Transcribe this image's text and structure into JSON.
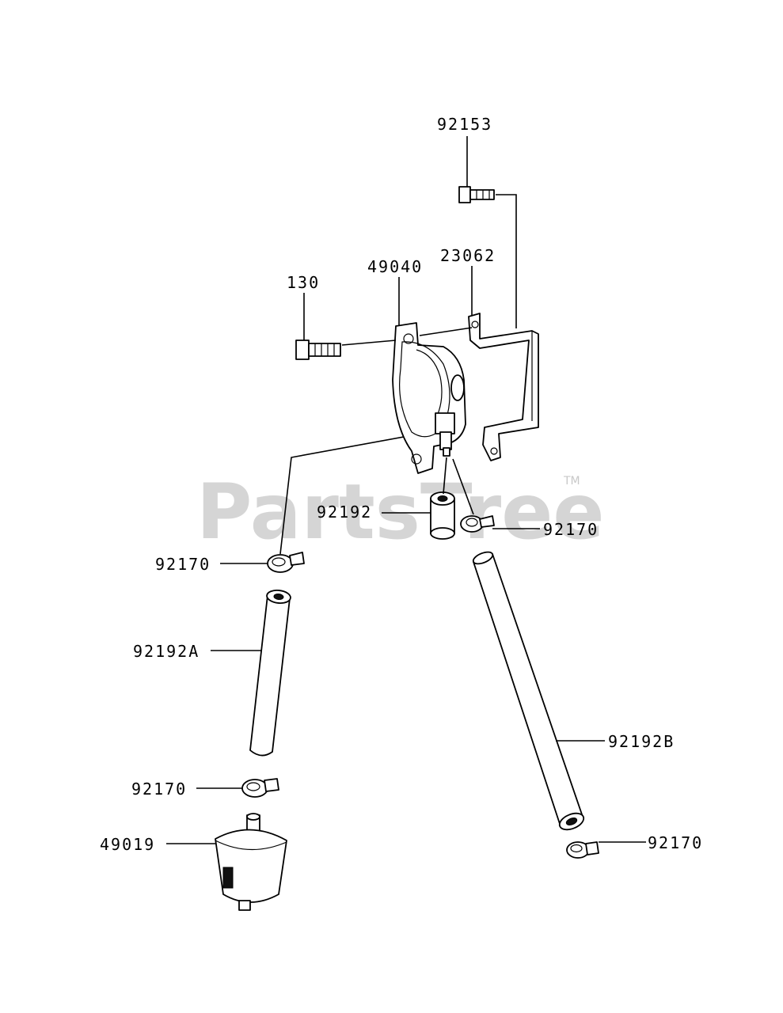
{
  "watermark": {
    "text": "PartsTree",
    "tm": "TM"
  },
  "labels": {
    "p92153": "92153",
    "p23062": "23062",
    "p49040": "49040",
    "p130": "130",
    "p92192": "92192",
    "p92170_a": "92170",
    "p92170_b": "92170",
    "p92192A": "92192A",
    "p92170_c": "92170",
    "p49019": "49019",
    "p92192B": "92192B",
    "p92170_d": "92170"
  }
}
